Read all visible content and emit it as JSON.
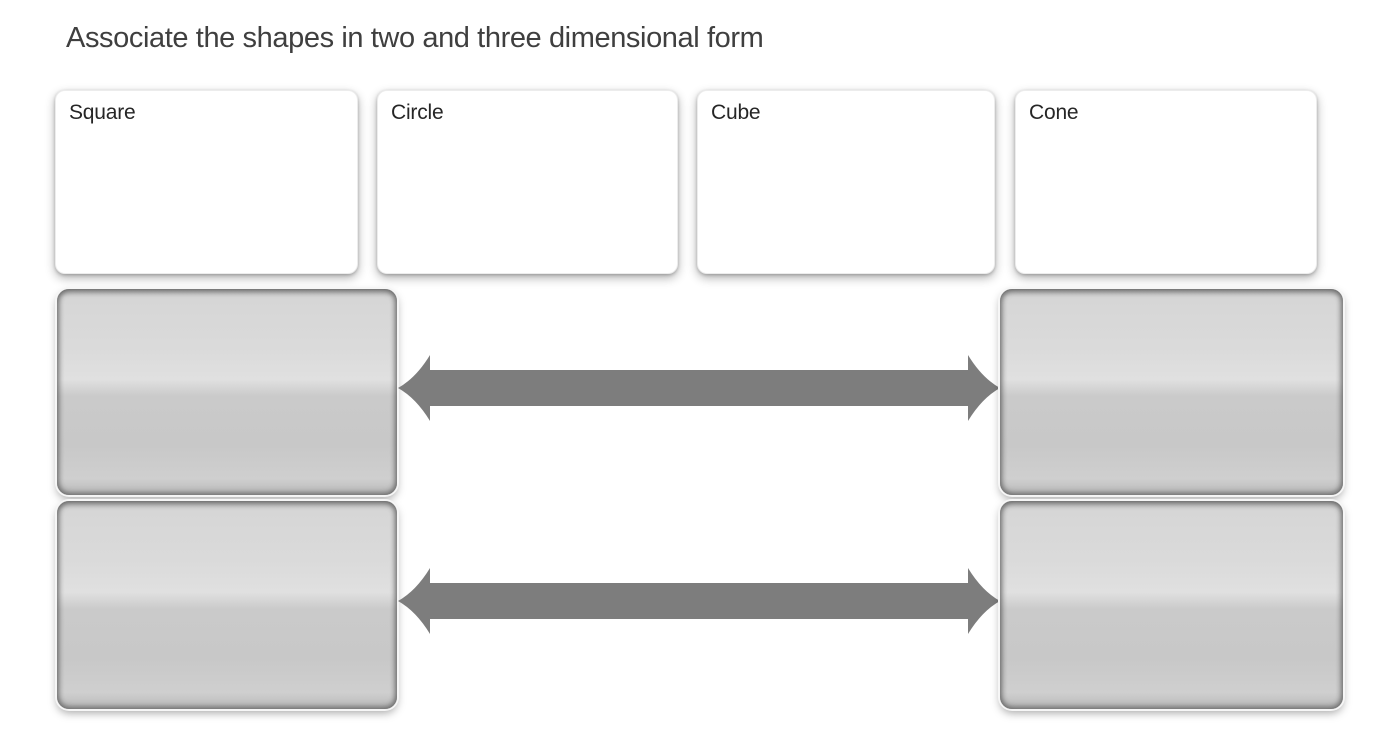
{
  "title": "Associate the shapes in two and three dimensional form",
  "choices": [
    {
      "label": "Square"
    },
    {
      "label": "Circle"
    },
    {
      "label": "Cube"
    },
    {
      "label": "Cone"
    }
  ],
  "match_area": {
    "row_count": 2,
    "arrow_icon": "double-headed-arrow"
  },
  "colors": {
    "arrow": "#7d7d7d",
    "title_text": "#3f3f3f",
    "card_text": "#262626",
    "dropzone_base": "#cccccc",
    "background": "#ffffff"
  }
}
